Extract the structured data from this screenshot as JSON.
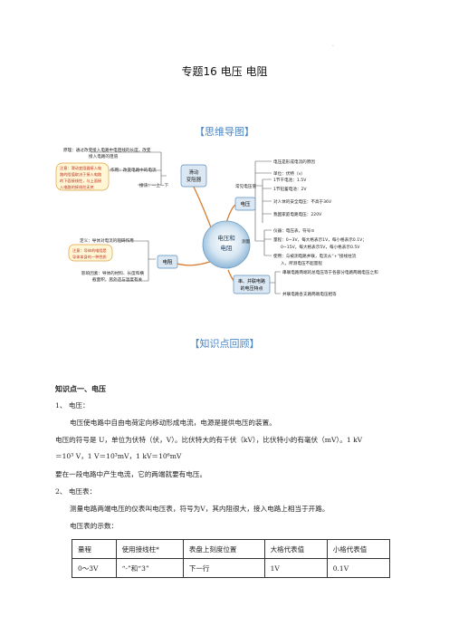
{
  "doc": {
    "title": "专题16 电压 电阻",
    "mindmap_heading": "【思维导图】",
    "knowledge_heading": "【知识点回顾】"
  },
  "mindmap": {
    "center": [
      "电压和",
      "电阻"
    ],
    "top_left_node": [
      "滑动",
      "变阻器"
    ],
    "voltage_node": "电压",
    "resistance_node": "电阻",
    "series_node": [
      "串、并联电路",
      "的电压特点"
    ],
    "measure_node": "测量",
    "common_node": "常见电压值",
    "rheostat_principle": [
      "原理：通过改变接入电路中电阻线的长度，改变",
      "接入电路的阻值"
    ],
    "rheostat_function": "作用：改变电路中的电流",
    "rheostat_wiring": "接法：一上一下",
    "rheostat_note": [
      "注意：滑动变阻器接入电",
      "路的阻值取决于接入电路",
      "的下面接线柱，与上面接",
      "入电路的接线柱无关"
    ],
    "volt_source": "电压是形成电流的原因",
    "volt_unit": "单位：伏特（v）",
    "common_values": [
      "1节干电池：1.5V",
      "1节铅蓄电池：2V",
      "对人体的安全电压：不高于36V",
      "我国家庭电路电压：220V"
    ],
    "measure_items": [
      "仪器：电压表，符号⊙",
      "量程：0~3V，每大格表示1V，每小格表示0.1V；",
      "0~15V，每大格表示5V，每小格表示0.5V",
      "使用：与被测电路并联，电流从“+”接线柱流",
      "入，所测电压不超量程"
    ],
    "resist_def": "定义：导体对电流的阻碍作用",
    "resist_note": [
      "注意：导体的电阻是",
      "导体本身的一种性质"
    ],
    "resist_factors": [
      "影响因素：导体的材料、长度和横",
      "截面积，另外还与温度有关"
    ],
    "series_rules": [
      "串联电路两端的总电压等于各部分电路两端电压之和",
      "并联电路各支路两端电压相等"
    ]
  },
  "knowledge": {
    "point_title": "知识点一、电压",
    "item1_label": "1、 电压：",
    "item1_line1": "电压使电路中自由电荷定向移动形成电流，电源是提供电压的装置。",
    "item1_line2": "电压的符号是 U，单位为伏特（伏，V）。比伏特大的有千伏（kV），比伏特小的有毫伏（mV）。1 kV",
    "item1_line3": "＝10³ V，1 V＝10³mV，1 kV＝10⁶mV",
    "item1_line4": "要在一段电路中产生电流，它的两端就要有电压。",
    "item2_label": "2、 电压表：",
    "item2_line1": "测量电路两端电压的仪表叫电压表，符号为V，其内阻很大，接入电路上相当于开路。",
    "item2_line2": "电压表的示数："
  },
  "table": {
    "headers": [
      "量程",
      "使用接线柱*",
      "表盘上刻度位置",
      "大格代表值",
      "小格代表值"
    ],
    "rows": [
      [
        "0～3V",
        "“-”和“3”",
        "下一行",
        "1V",
        "0.1V"
      ]
    ]
  }
}
